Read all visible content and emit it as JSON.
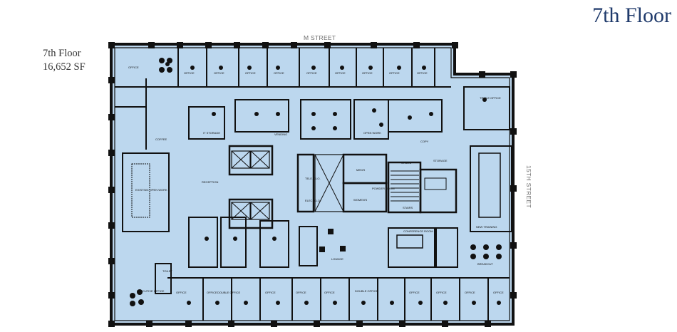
{
  "header": {
    "title": "7th Floor"
  },
  "floor_info": {
    "floor_name": "7th Floor",
    "area": "16,652 SF"
  },
  "streets": {
    "north": "M STREET",
    "east": "15TH STREET"
  },
  "colors": {
    "floor_fill": "#bcd7ee",
    "walls": "#111111",
    "title": "#1f3a6b",
    "street_label": "#6d6d6d"
  },
  "rooms": {
    "reception": "RECEPTION",
    "lounge": "LOUNGE",
    "breakout": "BREAKOUT",
    "conference_room": "CONFERENCE ROOM",
    "new_training": "NEW TRAINING",
    "triple_office": "TRIPLE OFFICE",
    "open_workstations": "OPEN WORK",
    "existing_open_work": "EXISTING OPEN WORK",
    "executive_office": "EXECUTIVE OFFICE",
    "mens": "MEN'S",
    "womens": "WOMEN'S",
    "stairs_north": "STAIRS",
    "stairs_south": "STAIRS",
    "tel_closet": "TELE. CLO.",
    "elec_closet": "ELEC. CLO.",
    "powder_room": "POWDER ROOM",
    "storage": "STORAGE",
    "copy": "COPY",
    "it_storage": "IT STORAGE",
    "vending": "VENDING",
    "office": "OFFICE",
    "double_office": "DOUBLE OFFICE",
    "coffee": "COFFEE",
    "toilet": "TOILET"
  }
}
